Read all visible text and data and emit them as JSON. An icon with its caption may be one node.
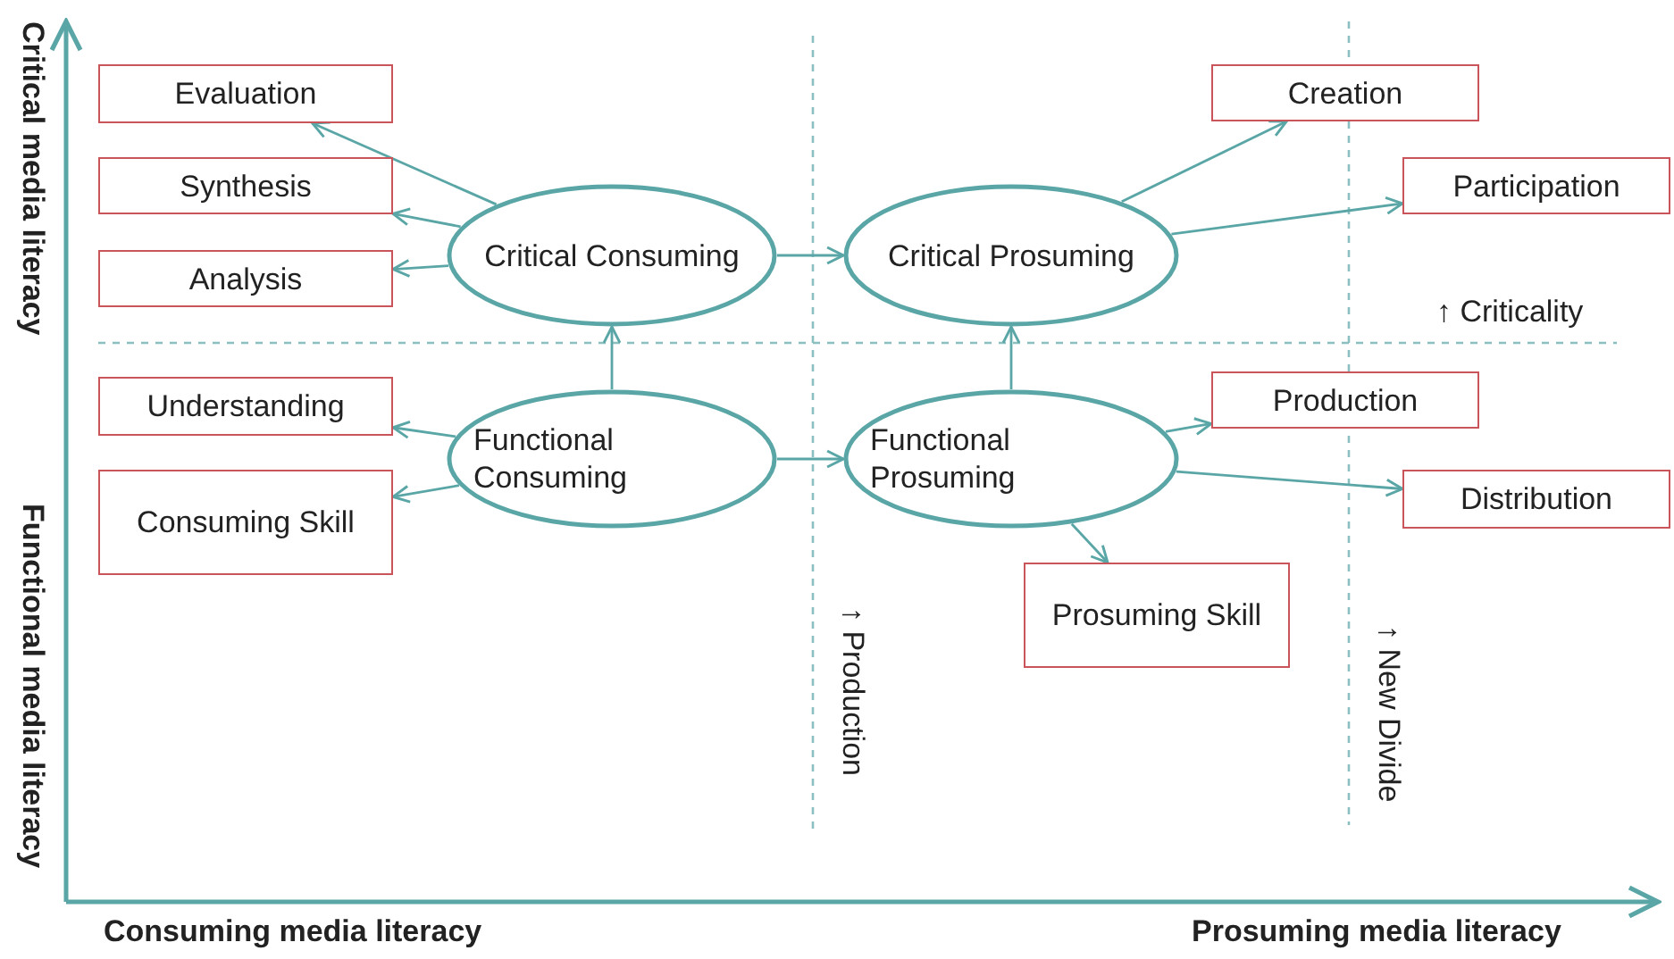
{
  "diagram": {
    "nodes": [
      {
        "text": [
          "Evaluation"
        ]
      },
      {
        "text": [
          "Synthesis"
        ]
      },
      {
        "text": [
          "Analysis"
        ]
      },
      {
        "text": [
          "Critical Consuming"
        ]
      },
      {
        "text": [
          "Critical Prosuming"
        ]
      },
      {
        "text": [
          "Creation"
        ]
      },
      {
        "text": [
          "Participation"
        ]
      },
      {
        "text": [
          "Understanding"
        ]
      },
      {
        "text": [
          "Consuming Skill"
        ]
      },
      {
        "text": [
          "Functional Consuming"
        ]
      },
      {
        "text": [
          "Functional Prosuming"
        ]
      },
      {
        "text": [
          "Production"
        ]
      },
      {
        "text": [
          "Distribution"
        ]
      },
      {
        "text": [
          "Prosuming Skill"
        ]
      }
    ],
    "edges": [
      {
        "from": 3,
        "to": 0,
        "arrow": "to"
      },
      {
        "from": 3,
        "to": 1,
        "arrow": "to"
      },
      {
        "from": 3,
        "to": 2,
        "arrow": "to"
      },
      {
        "from": 3,
        "to": 4,
        "arrow": "to"
      },
      {
        "from": 4,
        "to": 5,
        "arrow": "to"
      },
      {
        "from": 4,
        "to": 6,
        "arrow": "to"
      },
      {
        "from": 9,
        "to": 3,
        "arrow": "to"
      },
      {
        "from": 10,
        "to": 4,
        "arrow": "to"
      },
      {
        "from": 9,
        "to": 7,
        "arrow": "to"
      },
      {
        "from": 9,
        "to": 8,
        "arrow": "to"
      },
      {
        "from": 9,
        "to": 10,
        "arrow": "to"
      },
      {
        "from": 10,
        "to": 11,
        "arrow": "to"
      },
      {
        "from": 10,
        "to": 12,
        "arrow": "to"
      },
      {
        "from": 10,
        "to": 13,
        "arrow": "to"
      }
    ],
    "labels": [
      "Critical media literacy",
      "↑ Criticality",
      "Functional media literacy",
      "↑ Production",
      "↑ New Divide",
      "Consuming media literacy",
      "Prosuming media literacy"
    ]
  }
}
